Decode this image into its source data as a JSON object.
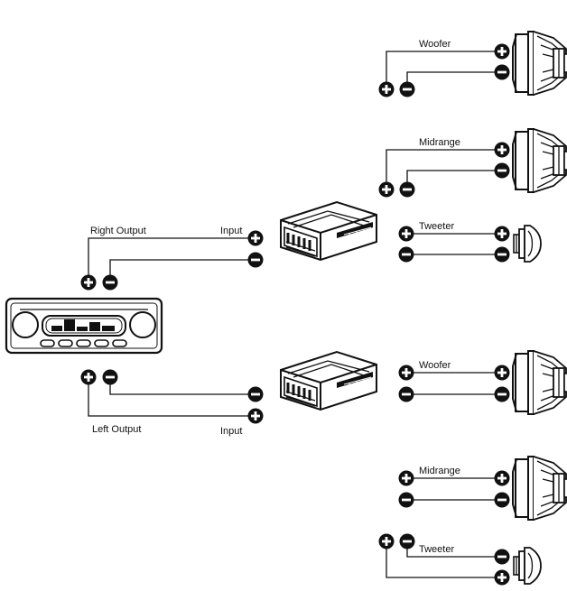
{
  "labels": {
    "right_output": "Right Output",
    "left_output": "Left Output",
    "input": "Input",
    "woofer": "Woofer",
    "midrange": "Midrange",
    "tweeter": "Tweeter"
  },
  "terminal_symbols": {
    "plus": "+",
    "minus": "−"
  },
  "colors": {
    "ink": "#111111",
    "background": "#ffffff"
  }
}
